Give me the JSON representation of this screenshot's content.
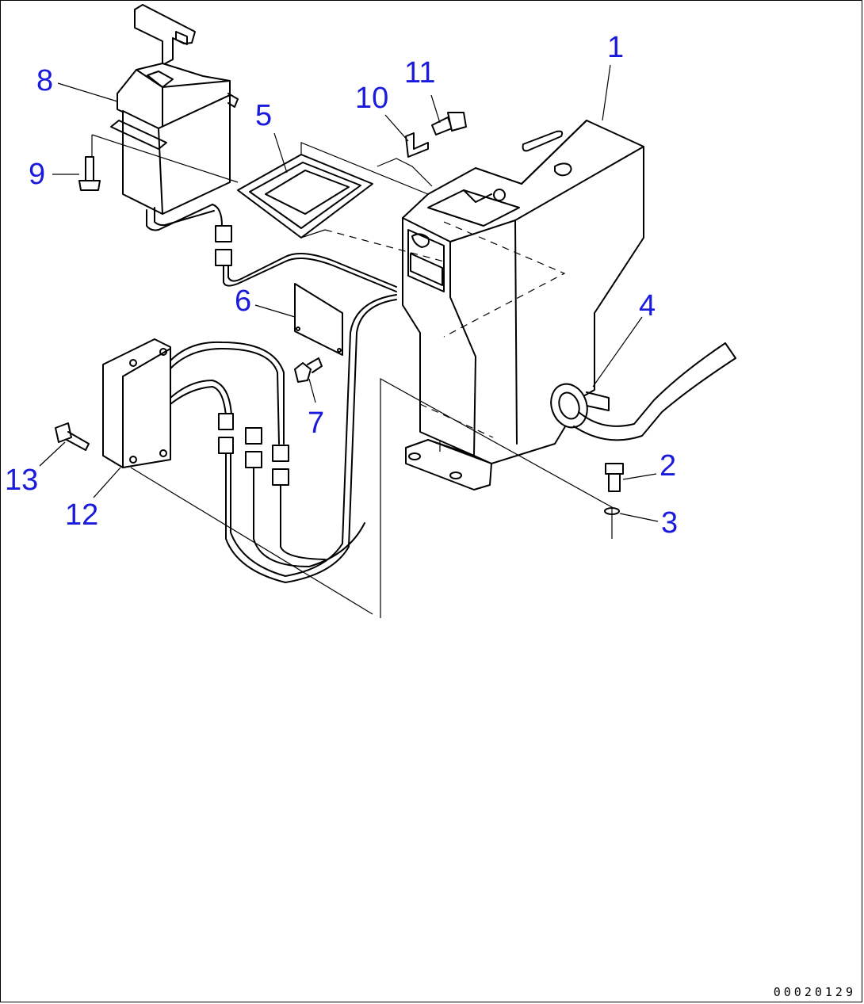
{
  "callouts": {
    "c1": "1",
    "c2": "2",
    "c3": "3",
    "c4": "4",
    "c5": "5",
    "c6": "6",
    "c7": "7",
    "c8": "8",
    "c9": "9",
    "c10": "10",
    "c11": "11",
    "c12": "12",
    "c13": "13"
  },
  "drawing_number": "00020129",
  "colors": {
    "callout": "#1a1adc",
    "line": "#000000",
    "background": "#ffffff"
  }
}
